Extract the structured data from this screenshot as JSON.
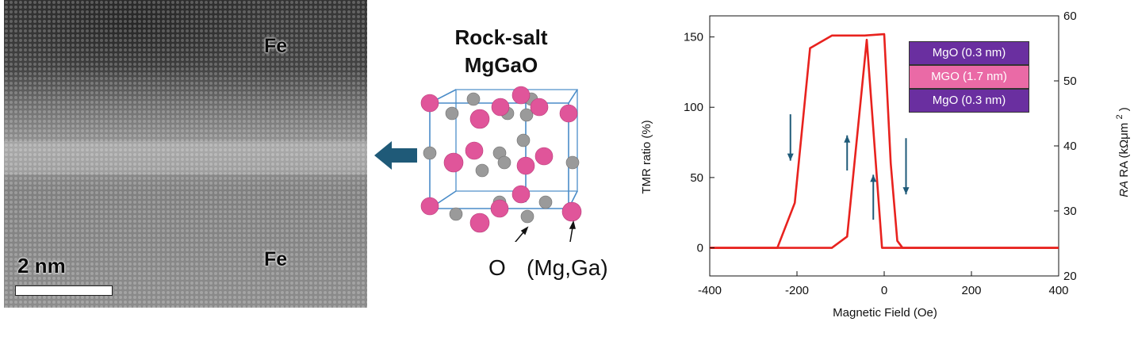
{
  "stem_image": {
    "top_label": "Fe",
    "bottom_label": "Fe",
    "scale_label": "2 nm"
  },
  "crystal": {
    "title_line1": "Rock-salt",
    "title_line2": "MgGaO",
    "label_o": "O",
    "label_mgga": "(Mg,Ga)",
    "colors": {
      "cation": "#e0559a",
      "oxygen": "#9a9a9a",
      "bonds": "#4a8cc8",
      "arrow": "#1f5a78"
    }
  },
  "chart_data": {
    "type": "line",
    "xlabel": "Magnetic Field (Oe)",
    "ylabel": "TMR ratio (%)",
    "y2label": "RA (kΩμm",
    "y2label_sup": "2",
    "y2label_close": ")",
    "xlim": [
      -400,
      400
    ],
    "ylim": [
      -20,
      165
    ],
    "y2lim": [
      20,
      60
    ],
    "xticks": [
      -400,
      -200,
      0,
      200,
      400
    ],
    "yticks": [
      0,
      50,
      100,
      150
    ],
    "y2ticks": [
      20,
      30,
      40,
      50,
      60
    ],
    "grid": false,
    "series": [
      {
        "color": "#e8221e",
        "x": [
          -400,
          -245,
          -205,
          -170,
          -120,
          -45,
          0,
          15,
          30,
          42,
          400
        ],
        "y": [
          0,
          0,
          32,
          142,
          151,
          151,
          152,
          60,
          5,
          0,
          0
        ]
      },
      {
        "color": "#e8221e",
        "x": [
          -400,
          -120,
          -85,
          -40,
          -5,
          0,
          400
        ],
        "y": [
          0,
          0,
          8,
          148,
          0,
          0,
          0
        ]
      }
    ],
    "direction_arrows": [
      {
        "x": -215,
        "y1": 95,
        "y2": 62,
        "dir": "down"
      },
      {
        "x": -85,
        "y1": 55,
        "y2": 80,
        "dir": "up"
      },
      {
        "x": -25,
        "y1": 20,
        "y2": 52,
        "dir": "up"
      },
      {
        "x": 50,
        "y1": 78,
        "y2": 38,
        "dir": "down"
      }
    ],
    "arrow_color": "#1f5a78",
    "legend": [
      {
        "label": "MgO (0.3 nm)",
        "color": "#6a2fa0"
      },
      {
        "label": "MGO (1.7 nm)",
        "color": "#ea6aa6"
      },
      {
        "label": "MgO (0.3 nm)",
        "color": "#6a2fa0"
      }
    ]
  }
}
